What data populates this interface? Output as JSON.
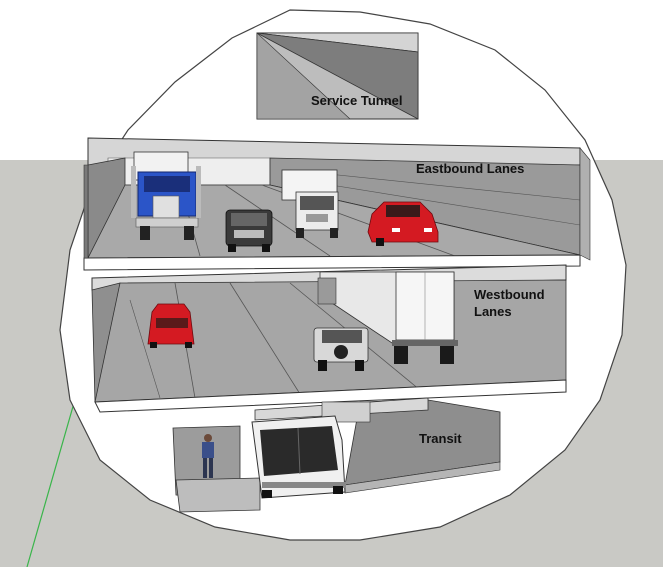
{
  "labels": {
    "service_tunnel": "Service Tunnel",
    "eastbound": "Eastbound Lanes",
    "westbound_line1": "Westbound",
    "westbound_line2": "Lanes",
    "transit": "Transit"
  },
  "colors": {
    "background_ground": "#c9c9c5",
    "tunnel_interior": "#ffffff",
    "slab": "#d9d9d9",
    "road": "#a8a8a8",
    "wall": "#8c8c8c",
    "truck_cab": "#2b55c8",
    "red_car": "#d41a22",
    "ground_line": "#39b54a"
  }
}
